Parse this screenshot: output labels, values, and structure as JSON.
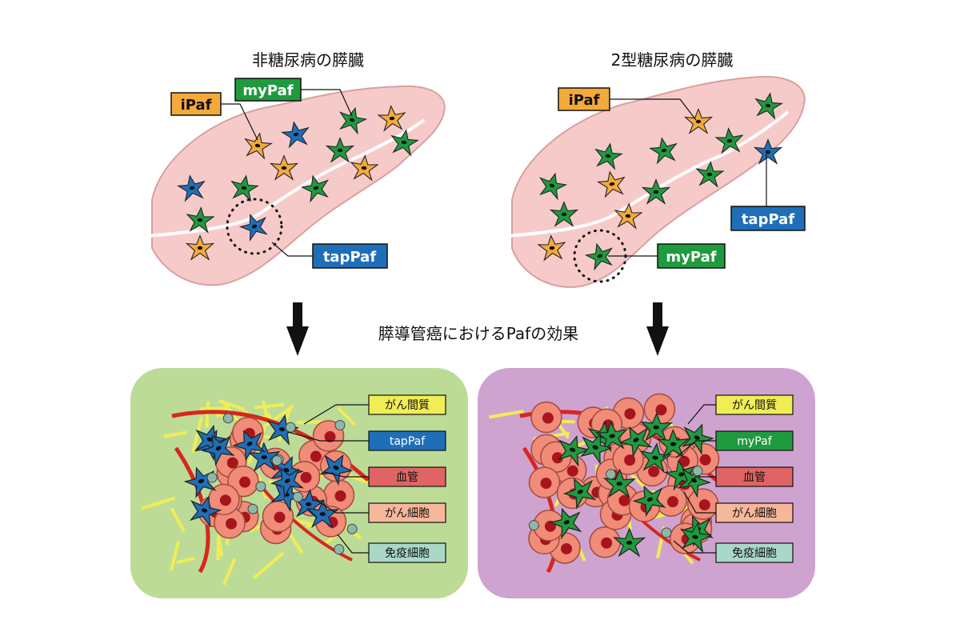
{
  "titles": {
    "left_pancreas": "非糖尿病の膵臓",
    "right_pancreas": "2型糖尿病の膵臓",
    "effect": "膵導管癌におけるPafの効果"
  },
  "labels": {
    "ipaf": "iPaf",
    "mypaf": "myPaf",
    "tappaf": "tapPaf"
  },
  "legend_left": {
    "stroma": "がん間質",
    "tappaf": "tapPaf",
    "vessel": "血管",
    "cancer_cell": "がん細胞",
    "immune_cell": "免疫細胞"
  },
  "legend_right": {
    "stroma": "がん間質",
    "mypaf": "myPaf",
    "vessel": "血管",
    "cancer_cell": "がん細胞",
    "immune_cell": "免疫細胞"
  },
  "colors": {
    "ipaf": "#f4a93b",
    "mypaf": "#1f9a3e",
    "tappaf": "#1e6fb8",
    "pancreas": "#f7caca",
    "left_panel_bg": "#bcdb97",
    "right_panel_bg": "#cfa3cf",
    "stroma": "#f0ed55",
    "vessel": "#e06464",
    "cancer_cell_label": "#f7b79b",
    "immune_cell_label": "#a9d8c6"
  }
}
